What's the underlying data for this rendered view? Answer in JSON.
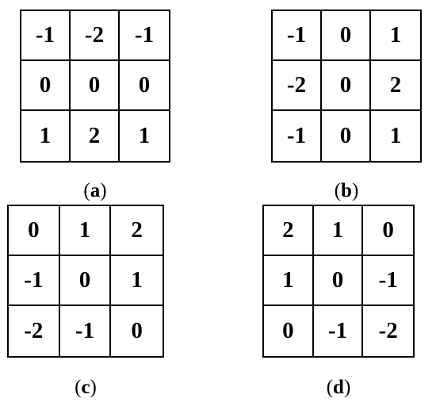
{
  "panels": [
    {
      "id": "a",
      "caption_letter": "a",
      "matrix": [
        [
          "-1",
          "-2",
          "-1"
        ],
        [
          "0",
          "0",
          "0"
        ],
        [
          "1",
          "2",
          "1"
        ]
      ]
    },
    {
      "id": "b",
      "caption_letter": "b",
      "matrix": [
        [
          "-1",
          "0",
          "1"
        ],
        [
          "-2",
          "0",
          "2"
        ],
        [
          "-1",
          "0",
          "1"
        ]
      ]
    },
    {
      "id": "c",
      "caption_letter": "c",
      "matrix": [
        [
          "0",
          "1",
          "2"
        ],
        [
          "-1",
          "0",
          "1"
        ],
        [
          "-2",
          "-1",
          "0"
        ]
      ]
    },
    {
      "id": "d",
      "caption_letter": "d",
      "matrix": [
        [
          "2",
          "1",
          "0"
        ],
        [
          "1",
          "0",
          "-1"
        ],
        [
          "0",
          "-1",
          "-2"
        ]
      ]
    }
  ]
}
